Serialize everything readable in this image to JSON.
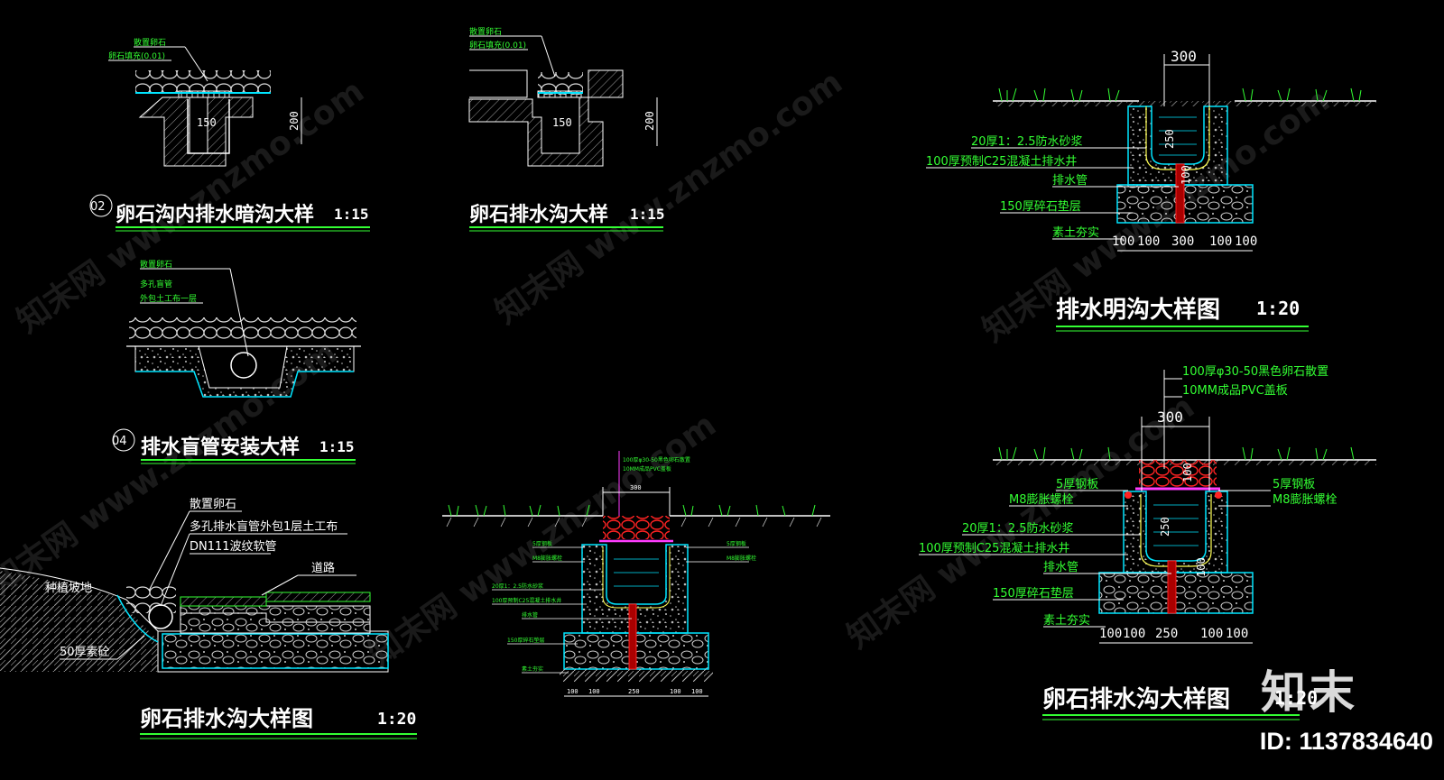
{
  "details": [
    {
      "title": "卵石沟内排水暗沟大样",
      "scale": "1:15",
      "num": "02",
      "labels": [
        "散置卵石",
        "卵石填充(0.01)"
      ],
      "dims": [
        "150",
        "200"
      ]
    },
    {
      "title": "卵石排水沟大样",
      "scale": "1:15",
      "labels": [
        "散置卵石",
        "卵石填充(0.01)"
      ],
      "dims": [
        "150",
        "200"
      ]
    },
    {
      "title": "排水盲管安装大样",
      "scale": "1:15",
      "num": "04",
      "labels": [
        "散置卵石",
        "多孔盲管",
        "外包土工布一层"
      ]
    },
    {
      "title": "卵石排水沟大样图",
      "scale": "1:20",
      "labels": [
        "散置卵石",
        "多孔排水盲管外包1层土工布",
        "DN111波纹软管",
        "道路",
        "种植坡地",
        "50厚素砼"
      ]
    },
    {
      "title": "排水明沟大样图",
      "scale": "1:20",
      "labels": [
        "20厚1：2.5防水砂浆",
        "100厚预制C25混凝土排水井",
        "排水管",
        "150厚碎石垫层",
        "素土夯实"
      ],
      "dims": [
        "300",
        "250",
        "100",
        "100",
        "100",
        "300",
        "100",
        "100"
      ]
    },
    {
      "title": "卵石排水沟大样图",
      "scale": "1:20",
      "labels": [
        "100厚φ30-50黑色卵石散置",
        "10MM成品PVC盖板",
        "5厚钢板",
        "M8膨胀螺栓",
        "5厚钢板",
        "M8膨胀螺栓",
        "20厚1：2.5防水砂浆",
        "100厚预制C25混凝土排水井",
        "排水管",
        "150厚碎石垫层",
        "素土夯实"
      ],
      "dims": [
        "300",
        "100",
        "250",
        "100",
        "100",
        "100",
        "250",
        "100",
        "100"
      ]
    },
    {
      "title": "",
      "scale": "",
      "labels": [
        "100厚φ30-50黑色卵石散置",
        "10MM成品PVC盖板",
        "5厚钢板",
        "M8膨胀螺栓",
        "5厚钢板",
        "M8膨胀螺栓",
        "20厚1：2.5防水砂浆",
        "100厚预制C25混凝土排水井",
        "排水管",
        "150厚碎石垫层",
        "素土夯实"
      ],
      "dims": [
        "300",
        "100",
        "100",
        "250",
        "100",
        "100"
      ]
    }
  ],
  "watermark": "知末网 www.znzmo.com",
  "logo": "知末",
  "id_text": "ID: 1137834640",
  "colors": {
    "background": "#000000",
    "line": "#ffffff",
    "cyan": "#00e5ff",
    "green": "#33ff33",
    "red": "#ff2222",
    "magenta": "#ff3cff",
    "yellow": "#ffff55"
  }
}
